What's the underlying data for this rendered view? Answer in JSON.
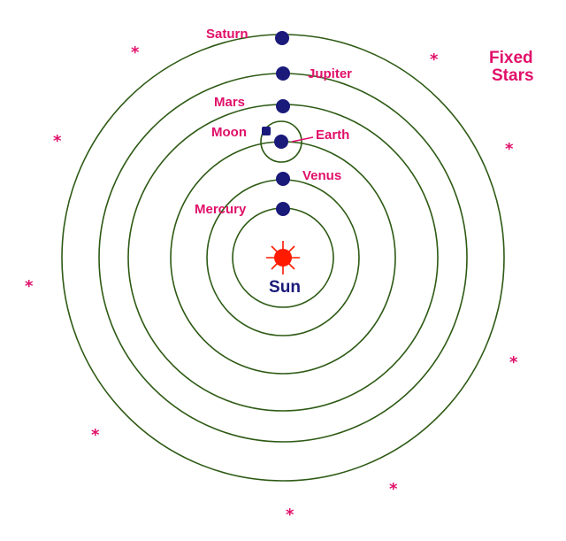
{
  "bodies": {
    "sun": "Sun",
    "mercury": "Mercury",
    "venus": "Venus",
    "earth": "Earth",
    "moon": "Moon",
    "mars": "Mars",
    "jupiter": "Jupiter",
    "saturn": "Saturn"
  },
  "fixed_stars": [
    "Fixed",
    "Stars"
  ],
  "star_glyph": "*",
  "colors": {
    "labels": "#e0106a",
    "planets": "#1a1a7a",
    "orbits": "#2d5a14",
    "sun": "#ff1a00"
  }
}
